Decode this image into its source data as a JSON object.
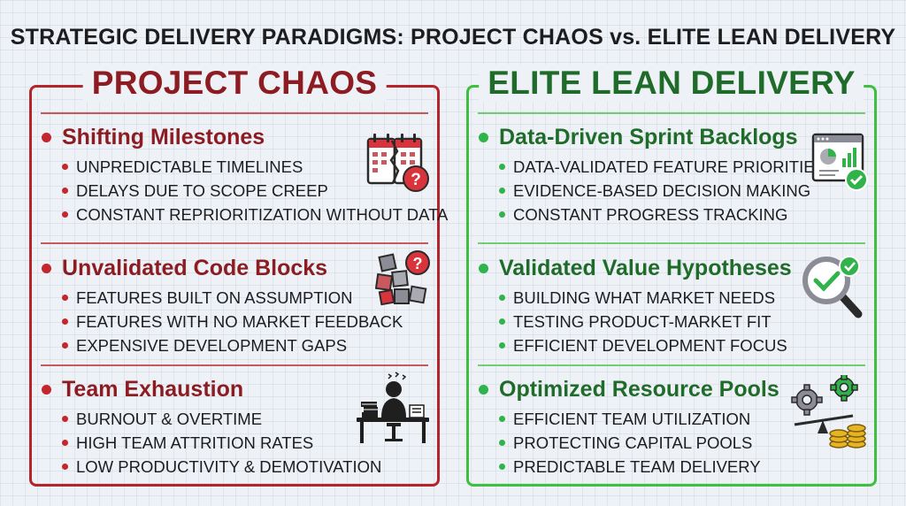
{
  "title": "STRATEGIC DELIVERY PARADIGMS: PROJECT CHAOS vs. ELITE LEAN DELIVERY",
  "colors": {
    "chaos_accent": "#b3242b",
    "lean_accent": "#3fbf3f",
    "background": "#eef2f7"
  },
  "chaos": {
    "title": "PROJECT CHAOS",
    "sections": [
      {
        "title": "Shifting Milestones",
        "icon": "broken-calendar-question-icon",
        "items": [
          "UNPREDICTABLE TIMELINES",
          "DELAYS DUE TO SCOPE CREEP",
          "CONSTANT REPRIORITIZATION WITHOUT DATA"
        ]
      },
      {
        "title": "Unvalidated Code Blocks",
        "icon": "scattered-blocks-question-icon",
        "items": [
          "FEATURES BUILT ON ASSUMPTION",
          "FEATURES WITH NO MARKET FEEDBACK",
          "EXPENSIVE DEVELOPMENT GAPS"
        ]
      },
      {
        "title": "Team Exhaustion",
        "icon": "exhausted-worker-desk-icon",
        "items": [
          "BURNOUT & OVERTIME",
          "HIGH TEAM ATTRITION RATES",
          "LOW PRODUCTIVITY & DEMOTIVATION"
        ]
      }
    ]
  },
  "lean": {
    "title": "ELITE LEAN DELIVERY",
    "sections": [
      {
        "title": "Data-Driven Sprint Backlogs",
        "icon": "dashboard-check-icon",
        "items": [
          "DATA-VALIDATED FEATURE PRIORITIES",
          "EVIDENCE-BASED DECISION MAKING",
          "CONSTANT PROGRESS TRACKING"
        ]
      },
      {
        "title": "Validated Value Hypotheses",
        "icon": "magnifier-check-icon",
        "items": [
          "BUILDING WHAT MARKET NEEDS",
          "TESTING PRODUCT-MARKET FIT",
          "EFFICIENT DEVELOPMENT FOCUS"
        ]
      },
      {
        "title": "Optimized Resource Pools",
        "icon": "gears-coins-balance-icon",
        "items": [
          "EFFICIENT TEAM UTILIZATION",
          "PROTECTING CAPITAL POOLS",
          "PREDICTABLE TEAM DELIVERY"
        ]
      }
    ]
  }
}
